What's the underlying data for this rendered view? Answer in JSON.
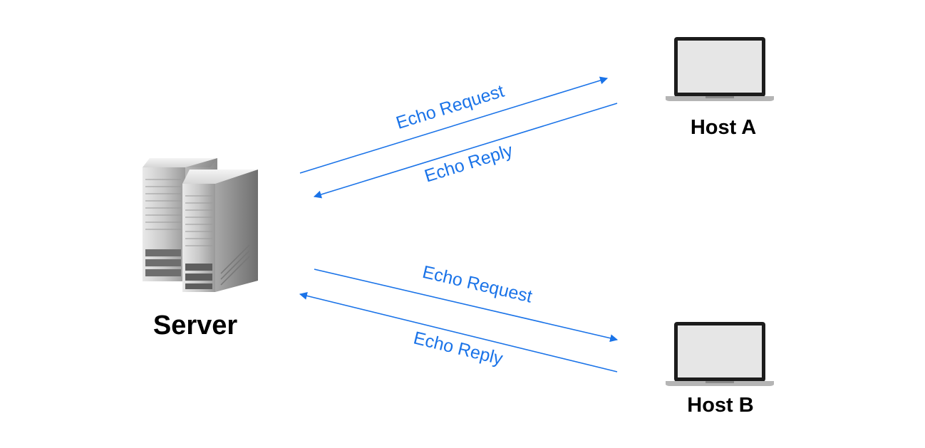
{
  "colors": {
    "arrow": "#1a73e8",
    "label_text": "#000000",
    "background": "#ffffff"
  },
  "nodes": {
    "server": {
      "label": "Server",
      "icon": "server-tower-icon"
    },
    "host_a": {
      "label": "Host A",
      "icon": "laptop-icon"
    },
    "host_b": {
      "label": "Host B",
      "icon": "laptop-icon"
    }
  },
  "messages": [
    {
      "label": "Echo Request",
      "from": "Server",
      "to": "Host A"
    },
    {
      "label": "Echo Reply",
      "from": "Host A",
      "to": "Server"
    },
    {
      "label": "Echo Request",
      "from": "Server",
      "to": "Host B"
    },
    {
      "label": "Echo Reply",
      "from": "Host B",
      "to": "Server"
    }
  ]
}
